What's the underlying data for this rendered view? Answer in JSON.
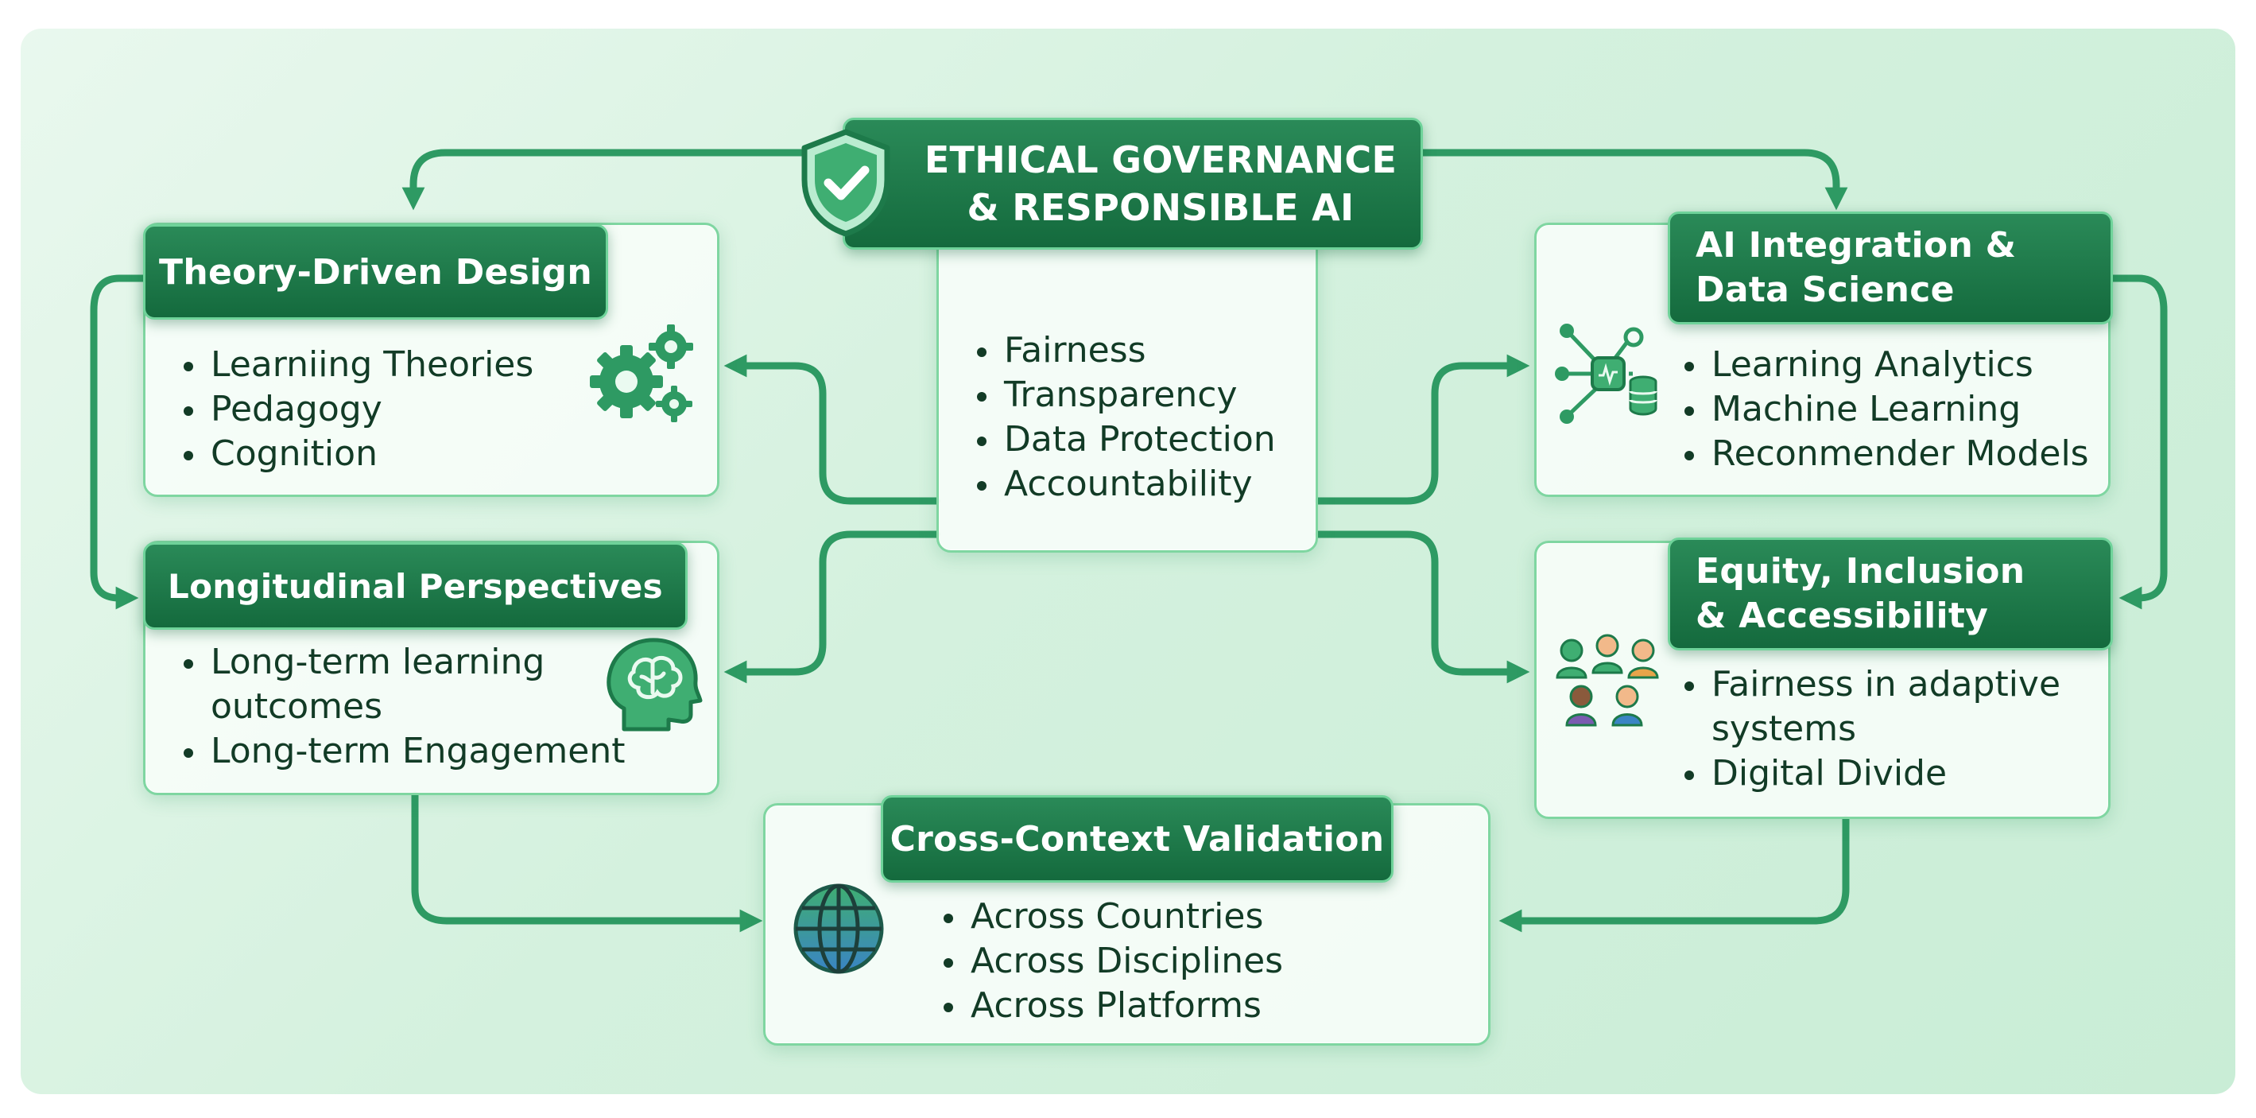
{
  "center": {
    "title_line1": "ETHICAL GOVERNANCE",
    "title_line2": "& RESPONSIBLE AI",
    "icon": "shield-check-icon",
    "items": [
      "Fairness",
      "Transparency",
      "Data Protection",
      "Accountability"
    ]
  },
  "theory": {
    "title": "Theory-Driven Design",
    "icon": "gears-icon",
    "items": [
      "Learniing Theories",
      "Pedagogy",
      "Cognition"
    ]
  },
  "longitudinal": {
    "title": "Longitudinal Perspectives",
    "icon": "brain-head-icon",
    "items": [
      "Long-term learning outcomes",
      "Long-term Engagement"
    ]
  },
  "ai": {
    "title_line1": "AI Integration &",
    "title_line2": "Data Science",
    "icon": "network-ai-icon",
    "items": [
      "Learning Analytics",
      "Machine Learning",
      "Reconmender Models"
    ]
  },
  "equity": {
    "title_line1": "Equity, Inclusion",
    "title_line2": "& Accessibility",
    "icon": "people-group-icon",
    "items": [
      "Fairness in adaptive systems",
      "Digital Divide"
    ]
  },
  "cross": {
    "title": "Cross-Context Validation",
    "icon": "globe-icon",
    "items": [
      "Across Countries",
      "Across Disciplines",
      "Across Platforms"
    ]
  },
  "colors": {
    "pill_dark": "#146a3d",
    "pill_light": "#2a8a58",
    "arrow": "#2e9a63",
    "card_border": "#7fd6a1",
    "background": "#d4f1de"
  }
}
